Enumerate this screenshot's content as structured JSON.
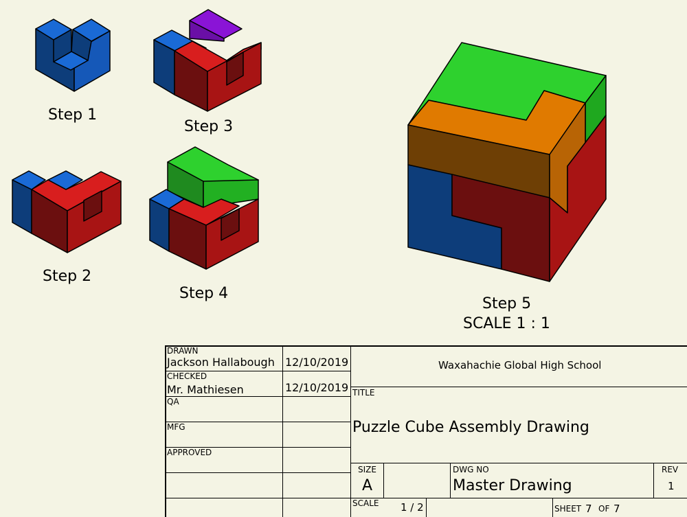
{
  "steps": [
    {
      "label": "Step 1"
    },
    {
      "label": "Step 2"
    },
    {
      "label": "Step 3"
    },
    {
      "label": "Step 4"
    },
    {
      "label": "Step 5",
      "scale": "SCALE 1 : 1"
    }
  ],
  "colors": {
    "blue_top": "#1a6ad6",
    "blue_left": "#0d3d7a",
    "blue_right": "#1558b8",
    "red_top": "#d81e1e",
    "red_left": "#6b0f0f",
    "red_right": "#a81414",
    "green_top": "#2ed12e",
    "green_side": "#1fa81f",
    "orange_top": "#e07a00",
    "orange_left": "#6e3f05",
    "orange_right": "#b86405",
    "purple": "#8a14d6",
    "background": "#f4f4e4"
  },
  "title_block": {
    "drawn_label": "DRAWN",
    "drawn_name": "Jackson Hallabough",
    "drawn_date": "12/10/2019",
    "checked_label": "CHECKED",
    "checked_name": "Mr. Mathiesen",
    "checked_date": "12/10/2019",
    "qa_label": "QA",
    "mfg_label": "MFG",
    "approved_label": "APPROVED",
    "organization": "Waxahachie Global High School",
    "title_label": "TITLE",
    "title": "Puzzle Cube Assembly Drawing",
    "size_label": "SIZE",
    "size": "A",
    "dwg_no_label": "DWG NO",
    "dwg_no": "Master Drawing",
    "rev_label": "REV",
    "rev": "1",
    "scale_label": "SCALE",
    "scale": "1 / 2",
    "sheet_label": "SHEET",
    "sheet_no": "7",
    "of_label": "OF",
    "sheet_total": "7"
  }
}
